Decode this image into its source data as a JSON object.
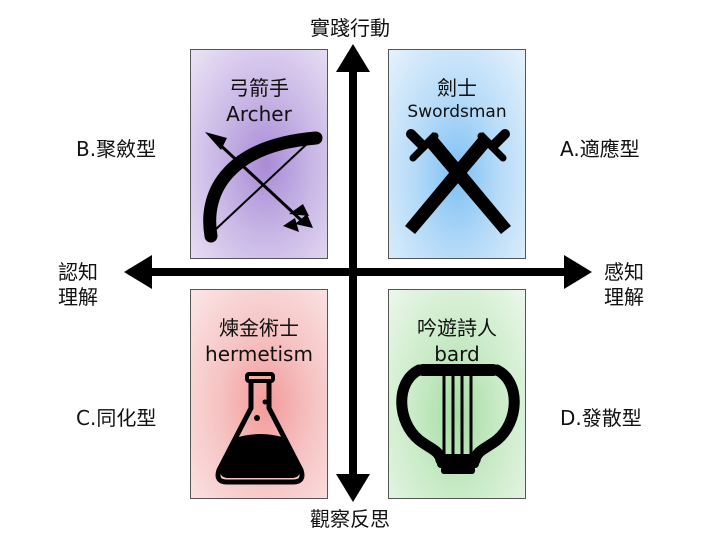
{
  "axes": {
    "top": "實踐行動",
    "bottom": "觀察反思",
    "left": [
      "認知",
      "理解"
    ],
    "right": [
      "感知",
      "理解"
    ]
  },
  "types": {
    "a": "A.適應型",
    "b": "B.聚斂型",
    "c": "C.同化型",
    "d": "D.發散型"
  },
  "cards": {
    "archer": {
      "title_zh": "弓箭手",
      "title_en": "Archer",
      "color": "#b9a3e0",
      "icon": "bow-and-arrow-icon"
    },
    "swordsman": {
      "title_zh": "劍士",
      "title_en": "Swordsman",
      "color": "#a9d4f7",
      "icon": "crossed-swords-icon"
    },
    "alchemist": {
      "title_zh": "煉金術士",
      "title_en": "hermetism",
      "color": "#f5b5b5",
      "icon": "flask-icon"
    },
    "bard": {
      "title_zh": "吟遊詩人",
      "title_en": "bard",
      "color": "#bfe6bc",
      "icon": "lyre-icon"
    }
  }
}
